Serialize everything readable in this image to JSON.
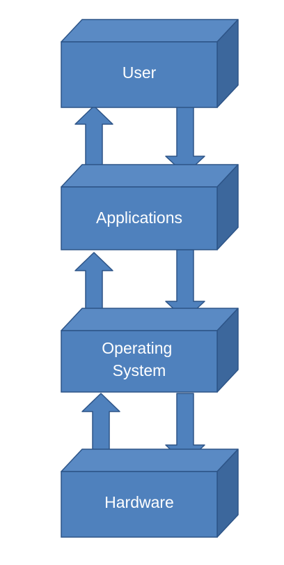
{
  "layers": [
    {
      "id": "user",
      "lines": [
        "User"
      ]
    },
    {
      "id": "applications",
      "lines": [
        "Applications"
      ]
    },
    {
      "id": "operating-system",
      "lines": [
        "Operating",
        "System"
      ]
    },
    {
      "id": "hardware",
      "lines": [
        "Hardware"
      ]
    }
  ],
  "colors": {
    "front": "#4f81bd",
    "top": "#5a8ac4",
    "side": "#3c679c",
    "edge": "#2d5487",
    "arrow": "#4f81bd",
    "arrow_edge": "#2d5487",
    "text": "#ffffff"
  }
}
